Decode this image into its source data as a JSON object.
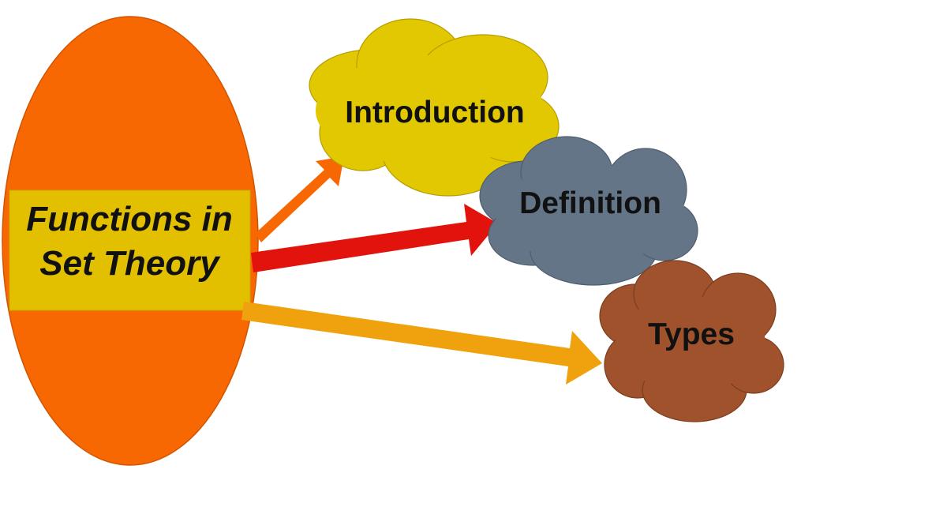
{
  "main_topic": {
    "line1": "Functions in",
    "line2": "Set Theory",
    "ellipse_color": "#F76802",
    "box_color": "#E2C000"
  },
  "clouds": [
    {
      "id": "introduction",
      "label": "Introduction",
      "color": "#E2C800"
    },
    {
      "id": "definition",
      "label": "Definition",
      "color": "#637587"
    },
    {
      "id": "types",
      "label": "Types",
      "color": "#A0522D"
    }
  ],
  "arrows": [
    {
      "to": "introduction",
      "color": "#F76802"
    },
    {
      "to": "definition",
      "color": "#E2120C"
    },
    {
      "to": "types",
      "color": "#EFA20E"
    }
  ]
}
